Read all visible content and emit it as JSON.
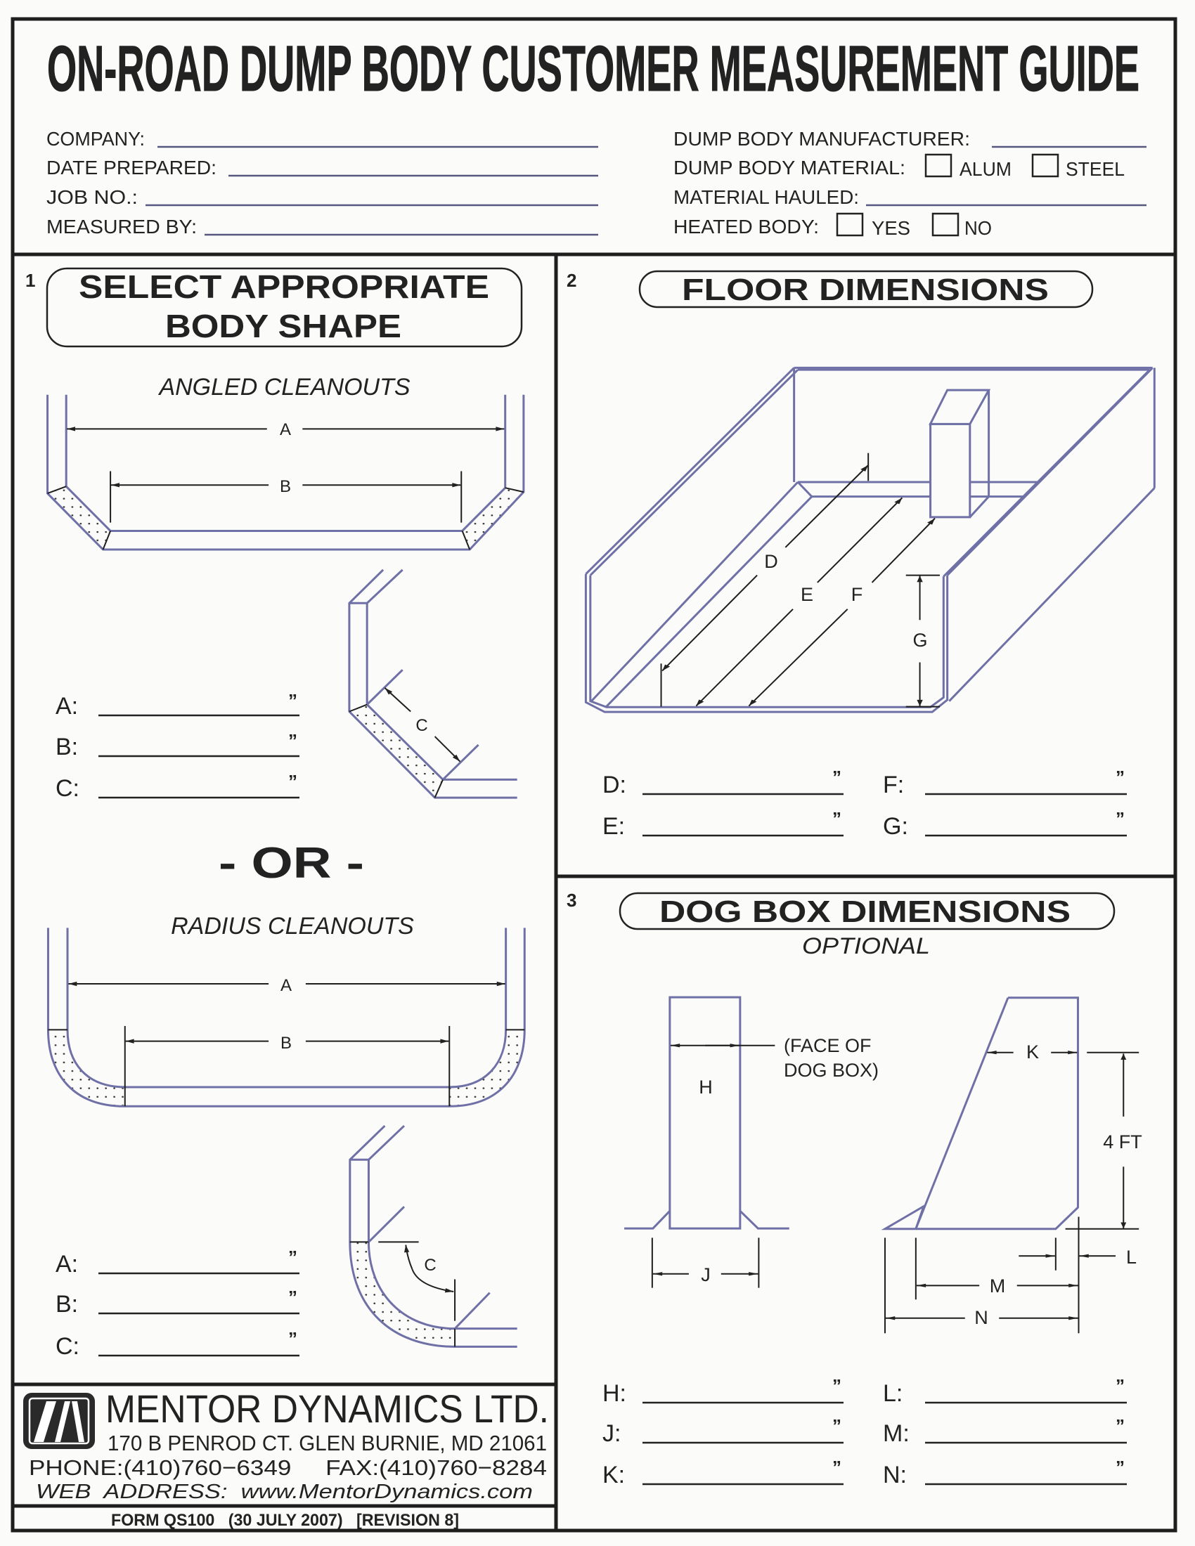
{
  "title": "ON-ROAD DUMP BODY CUSTOMER MEASUREMENT GUIDE",
  "header_fields": {
    "company": "COMPANY:",
    "date_prepared": "DATE PREPARED:",
    "job_no": "JOB NO.:",
    "measured_by": "MEASURED BY:",
    "manufacturer": "DUMP BODY MANUFACTURER:",
    "material": "DUMP BODY MATERIAL:",
    "alum": "ALUM",
    "steel": "STEEL",
    "hauled": "MATERIAL HAULED:",
    "heated": "HEATED BODY:",
    "yes": "YES",
    "no": "NO"
  },
  "section1": {
    "number": "1",
    "title_line1": "SELECT APPROPRIATE",
    "title_line2": "BODY SHAPE",
    "angled_title": "ANGLED CLEANOUTS",
    "radius_title": "RADIUS CLEANOUTS",
    "or_label": "- OR -",
    "dims": {
      "a": "A",
      "b": "B",
      "c": "C"
    },
    "angled_fields": [
      {
        "label": "A:"
      },
      {
        "label": "B:"
      },
      {
        "label": "C:"
      }
    ],
    "radius_fields": [
      {
        "label": "A:"
      },
      {
        "label": "B:"
      },
      {
        "label": "C:"
      }
    ]
  },
  "section2": {
    "number": "2",
    "title": "FLOOR DIMENSIONS",
    "dims": {
      "d": "D",
      "e": "E",
      "f": "F",
      "g": "G"
    },
    "fields": [
      {
        "label": "D:"
      },
      {
        "label": "E:"
      },
      {
        "label": "F:"
      },
      {
        "label": "G:"
      }
    ]
  },
  "section3": {
    "number": "3",
    "title": "DOG BOX DIMENSIONS",
    "subtitle": "OPTIONAL",
    "face_note_line1": "(FACE OF",
    "face_note_line2": "DOG BOX)",
    "four_ft": "4 FT",
    "dims": {
      "h": "H",
      "j": "J",
      "k": "K",
      "l": "L",
      "m": "M",
      "n": "N"
    },
    "fields": [
      {
        "label": "H:"
      },
      {
        "label": "J:"
      },
      {
        "label": "K:"
      },
      {
        "label": "L:"
      },
      {
        "label": "M:"
      },
      {
        "label": "N:"
      }
    ]
  },
  "inch_mark": "”",
  "footer": {
    "company": "MENTOR DYNAMICS LTD.",
    "address": "170 B PENROD CT. GLEN BURNIE, MD 21061",
    "phone": "PHONE:(410)760−6349     FAX:(410)760−8284",
    "web": "WEB  ADDRESS:  www.MentorDynamics.com",
    "form": "FORM QS100   (30 JULY 2007)   [REVISION 8]"
  },
  "colors": {
    "diagram_line": "#6f70a6",
    "ink": "#222222"
  }
}
